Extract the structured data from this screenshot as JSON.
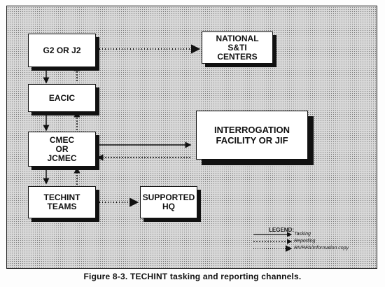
{
  "boxes": {
    "g2": "G2 OR J2",
    "national": "NATIONAL\nS&TI\nCENTERS",
    "eacic": "EACIC",
    "cmec": "CMEC\nOR\nJCMEC",
    "interrogation": "INTERROGATION\nFACILITY OR JIF",
    "techint": "TECHINT\nTEAMS",
    "supported": "SUPPORTED\nHQ"
  },
  "legend": {
    "title": "LEGEND:",
    "tasking": "Tasking",
    "reporting": "Reporting",
    "rfi": "RII/RFA/Information copy"
  },
  "caption": "Figure 8-3. TECHINT tasking and reporting channels."
}
